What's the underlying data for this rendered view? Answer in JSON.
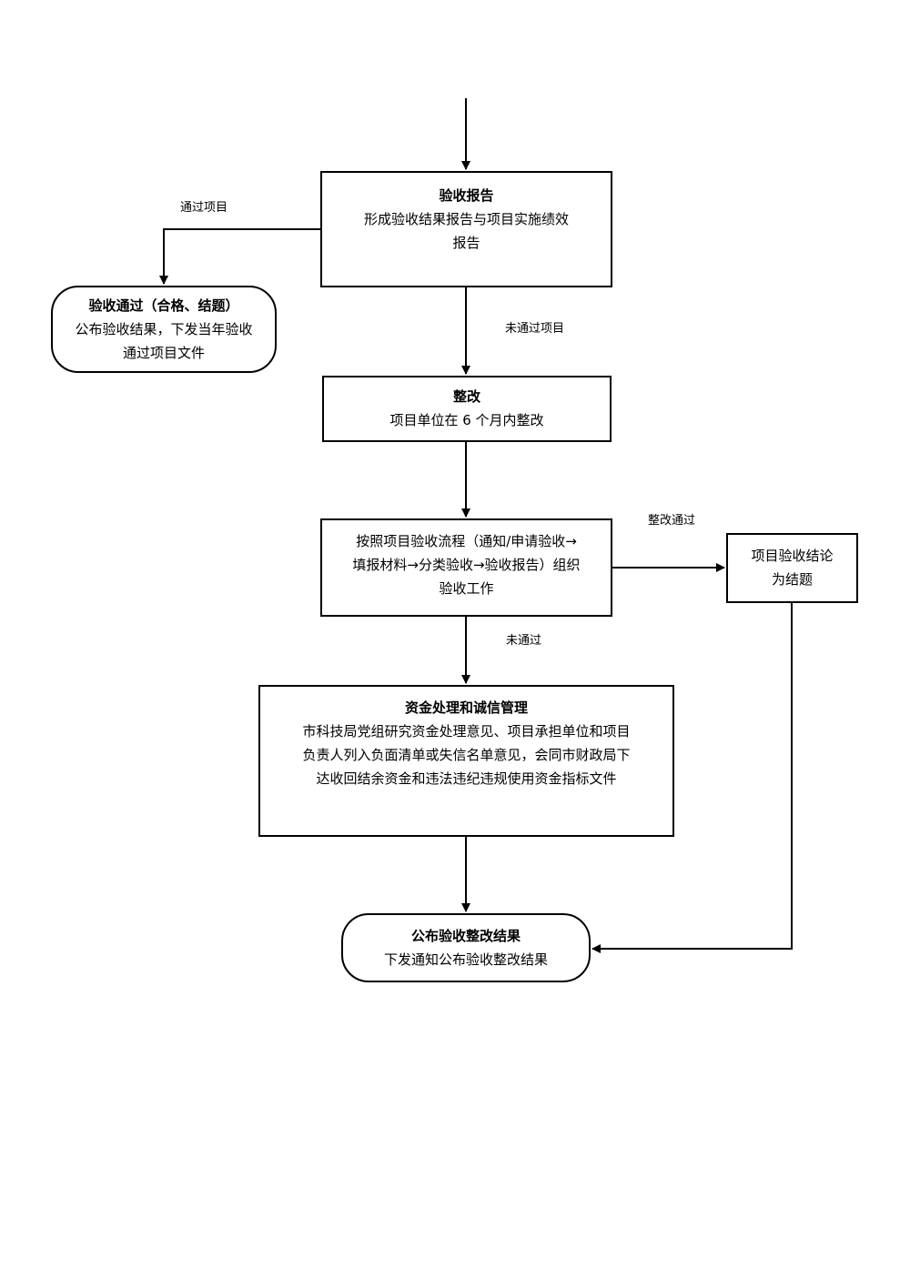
{
  "nodes": {
    "report": {
      "title": "验收报告",
      "body_line1": "形成验收结果报告与项目实施绩效",
      "body_line2": "报告"
    },
    "passed": {
      "title": "验收通过（合格、结题）",
      "body_line1": "公布验收结果，下发当年验收",
      "body_line2": "通过项目文件"
    },
    "rectify": {
      "title": "整改",
      "body_line1": "项目单位在 6 个月内整改"
    },
    "process": {
      "line1": "按照项目验收流程（通知/申请验收→",
      "line2": "填报材料→分类验收→验收报告）组织",
      "line3": "验收工作"
    },
    "conclusion": {
      "line1": "项目验收结论",
      "line2": "为结题"
    },
    "funds": {
      "title": "资金处理和诚信管理",
      "body_line1": "市科技局党组研究资金处理意见、项目承担单位和项目",
      "body_line2": "负责人列入负面清单或失信名单意见，会同市财政局下",
      "body_line3": "达收回结余资金和违法违纪违规使用资金指标文件"
    },
    "publish": {
      "title": "公布验收整改结果",
      "body_line1": "下发通知公布验收整改结果"
    }
  },
  "edges": {
    "pass_label": "通过项目",
    "fail_label": "未通过项目",
    "rectify_pass_label": "整改通过",
    "not_pass_label": "未通过"
  }
}
